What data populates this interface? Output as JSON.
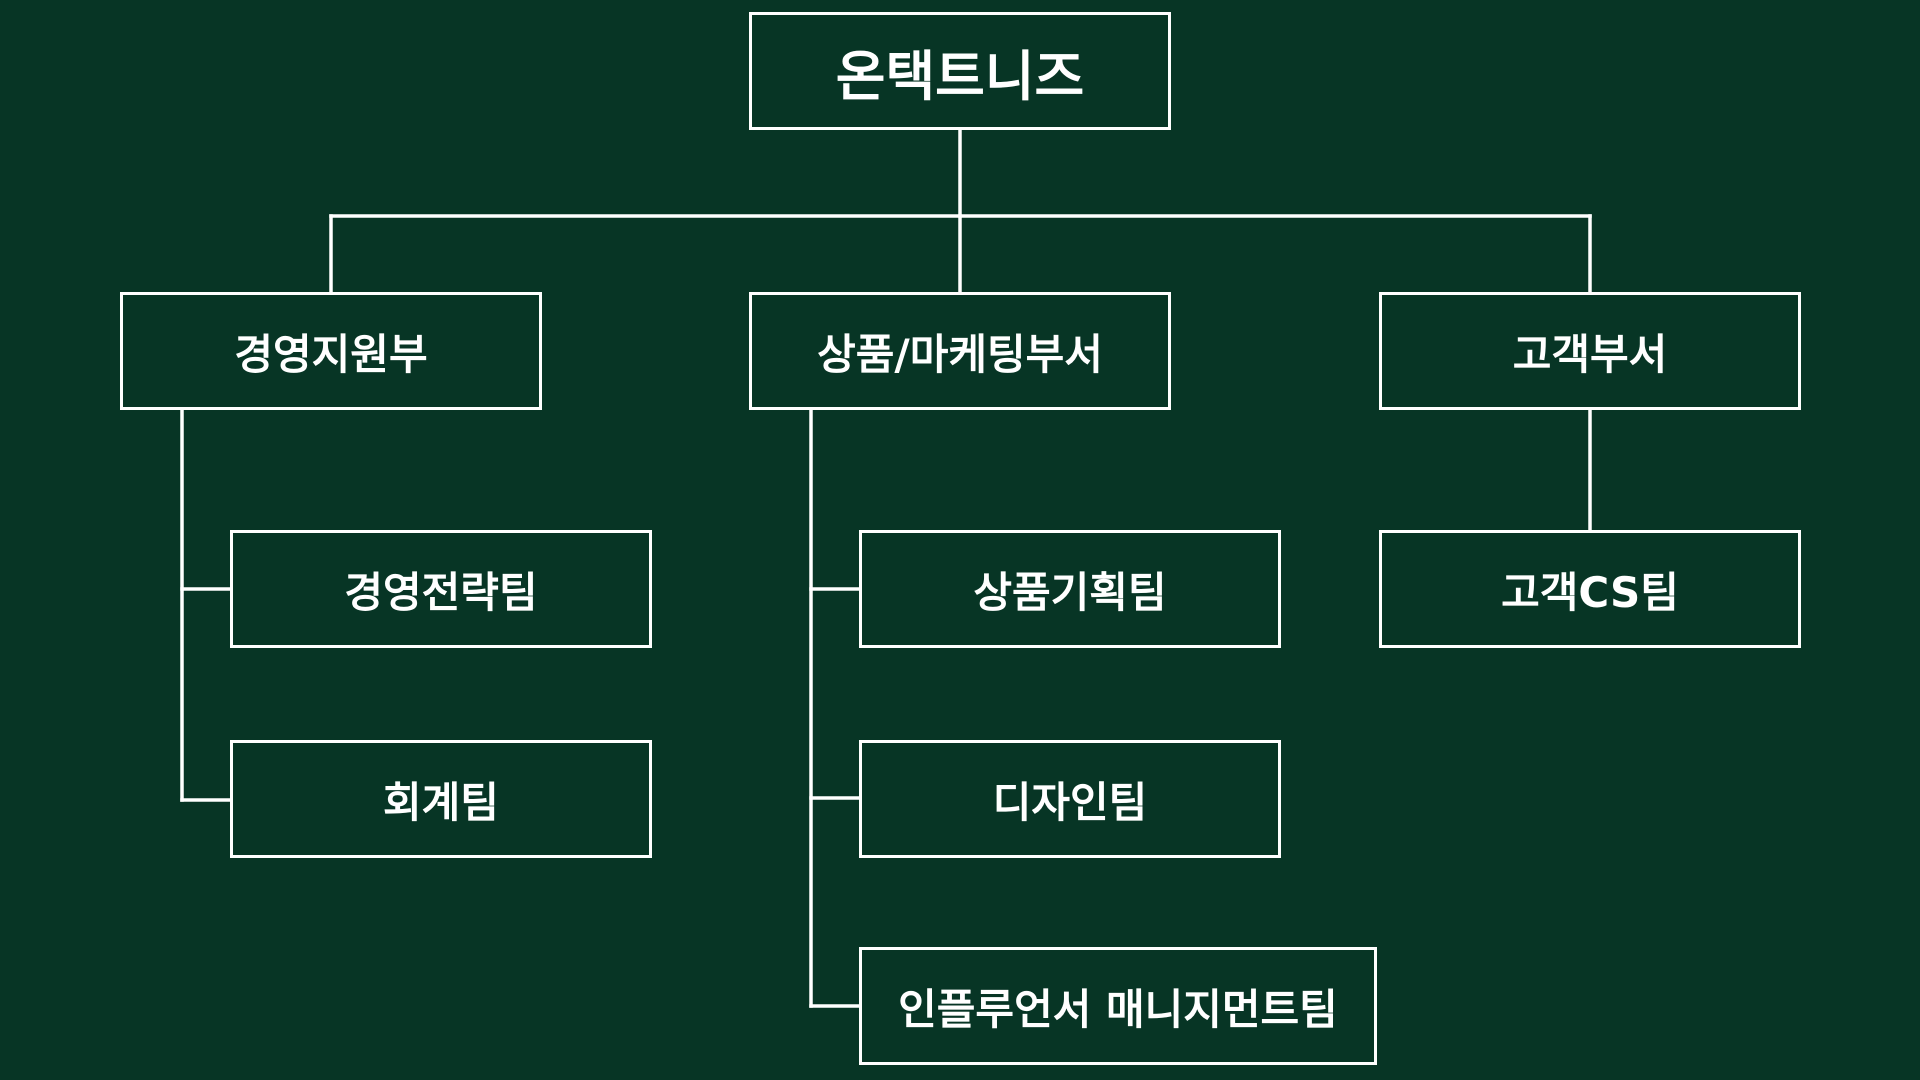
{
  "org": {
    "root": "온택트니즈",
    "divisions": [
      {
        "name": "경영지원부",
        "teams": [
          "경영전략팀",
          "회계팀"
        ]
      },
      {
        "name": "상품/마케팅부서",
        "teams": [
          "상품기획팀",
          "디자인팀",
          "인플루언서 매니지먼트팀"
        ]
      },
      {
        "name": "고객부서",
        "teams": [
          "고객CS팀"
        ]
      }
    ]
  },
  "colors": {
    "background": "#073525",
    "line": "#ffffff",
    "text": "#ffffff"
  }
}
